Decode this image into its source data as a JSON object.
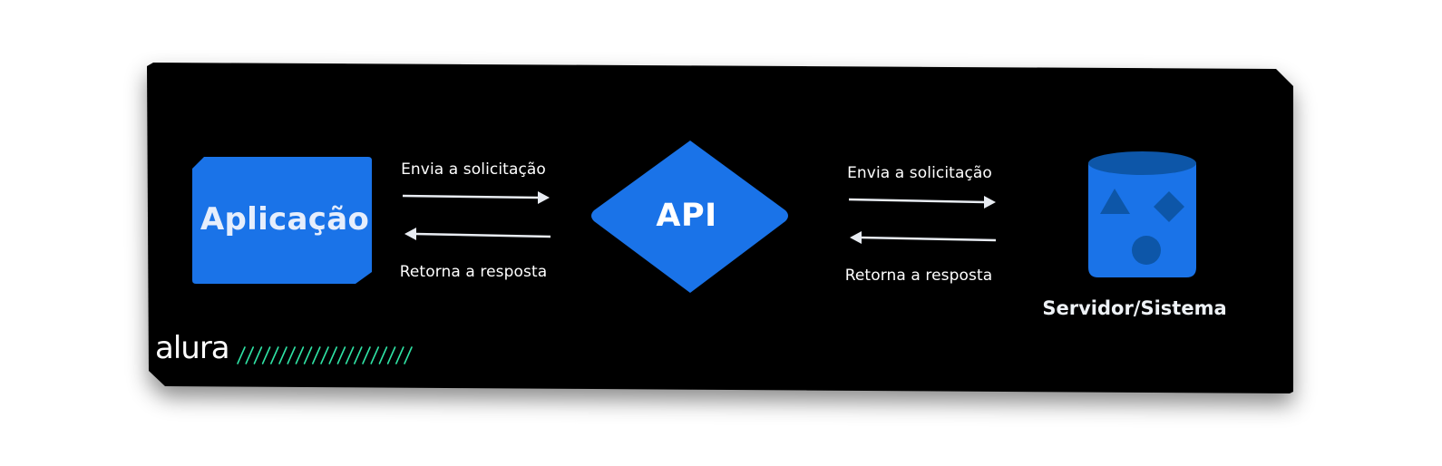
{
  "colors": {
    "panel": "#000000",
    "node_blue": "#1a73e8",
    "shape_dark_blue": "#0d56a8",
    "arrow": "#e8ecf2",
    "logo_stripes": "#2fe3a5",
    "text": "#ffffff"
  },
  "nodes": {
    "application": {
      "label": "Aplicação"
    },
    "api": {
      "label": "API"
    },
    "server": {
      "label": "Servidor/Sistema"
    }
  },
  "edges": {
    "app_api_request": {
      "label": "Envia a solicitação"
    },
    "app_api_response": {
      "label": "Retorna a resposta"
    },
    "api_server_request": {
      "label": "Envia a solicitação"
    },
    "api_server_response": {
      "label": "Retorna a resposta"
    }
  },
  "logo": {
    "text": "alura",
    "stripes": "/////////////////////"
  },
  "icons": {
    "server_shapes": [
      "triangle-icon",
      "diamond-icon",
      "circle-icon"
    ]
  }
}
